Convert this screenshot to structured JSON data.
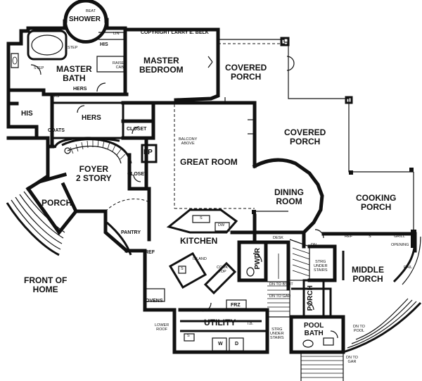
{
  "copyright": "COPYRIGHT LARRY E. BELK",
  "rooms": {
    "master_bath": [
      "MASTER",
      "BATH"
    ],
    "master_bedroom": [
      "MASTER",
      "BEDROOM"
    ],
    "covered_porch_1": [
      "COVERED",
      "PORCH"
    ],
    "covered_porch_2": [
      "COVERED",
      "PORCH"
    ],
    "shower": "SHOWER",
    "great_room": "GREAT ROOM",
    "foyer": [
      "FOYER",
      "2 STORY"
    ],
    "porch_front": "PORCH",
    "dining": [
      "DINING",
      "ROOM"
    ],
    "cooking_porch": [
      "COOKING",
      "PORCH"
    ],
    "kitchen": "KITCHEN",
    "middle_porch": [
      "MIDDLE",
      "PORCH"
    ],
    "utility": "UTILITY",
    "pwdr": "PWDR",
    "pool_bath": [
      "POOL",
      "BATH"
    ],
    "front_of_home": [
      "FRONT OF",
      "HOME"
    ],
    "his_closet": "HIS",
    "hers_closet": "HERS",
    "his_bath": "HIS",
    "hers_bath": "HERS",
    "closet_1": "CLOSET",
    "closet_2": "CLOSET",
    "fp": "FP",
    "pantry": "PANTRY",
    "coats": "COATS",
    "porch_side": "PORCH"
  },
  "small_labels": {
    "beat": "BEAT",
    "step1": "STEP",
    "step2": "STEP",
    "lin": "LIN",
    "raised_cab": [
      "RAISED",
      "CAB"
    ],
    "ks": "KS",
    "balcony": [
      "BALCONY",
      "ABOVE"
    ],
    "ref1": "REF",
    "ref2": "REF",
    "island": "ISLAND",
    "ovens": "OVENS",
    "lower_roof": [
      "LOWER",
      "ROOF"
    ],
    "frz": "FRZ",
    "cook_top": [
      "COOK",
      "TOP"
    ],
    "desk": "DESK",
    "dn1": "DN",
    "dn_bsmt": "DN TO BSMT",
    "dn_gar1": "DN TO GAR",
    "strg1": [
      "STRG",
      "UNDER",
      "STAIRS"
    ],
    "strg2": [
      "STRG",
      "UNDER",
      "STAIRS"
    ],
    "grill": "GRILL",
    "opening": "OPENING",
    "rail": "RAIL",
    "dn_pool": [
      "DN TO",
      "POOL"
    ],
    "dn_gar2": [
      "DN TO",
      "GAR"
    ],
    "w": "W",
    "d": "D",
    "s1": "S",
    "s2": "S",
    "s3": "S",
    "s4": "S",
    "dw": "DW",
    "ib": "I.B."
  }
}
